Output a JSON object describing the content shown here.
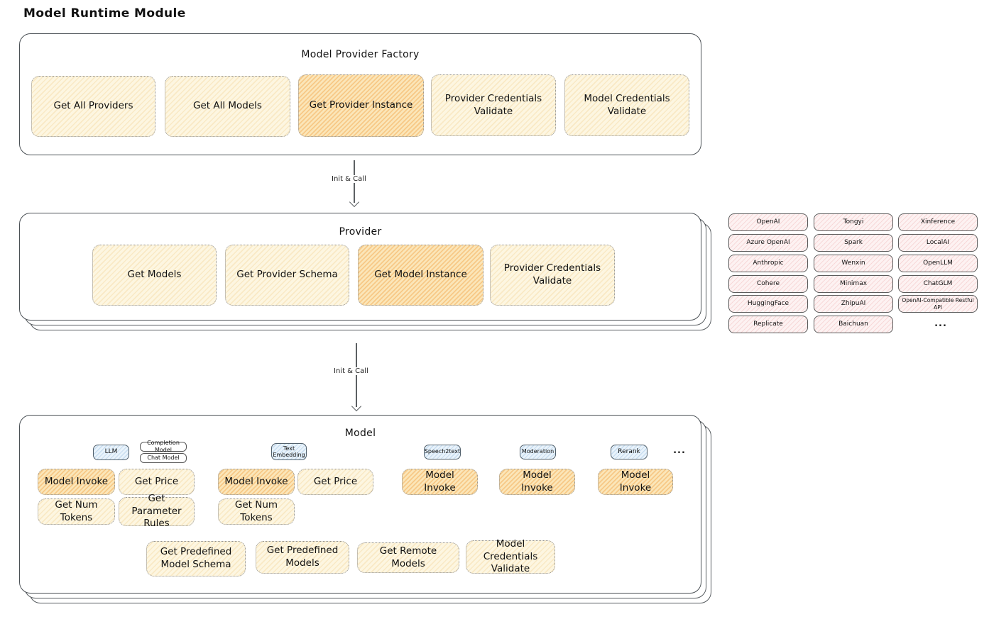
{
  "diagram": {
    "title": "Model Runtime Module"
  },
  "arrows": {
    "first": "Init & Call",
    "second": "Init & Call"
  },
  "factory": {
    "title": "Model Provider Factory",
    "buttons": [
      {
        "label": "Get All Providers"
      },
      {
        "label": "Get All Models"
      },
      {
        "label": "Get Provider Instance"
      },
      {
        "label": "Provider Credentials Validate"
      },
      {
        "label": "Model Credentials Validate"
      }
    ]
  },
  "provider": {
    "title": "Provider",
    "buttons": [
      {
        "label": "Get Models"
      },
      {
        "label": "Get Provider Schema"
      },
      {
        "label": "Get Model Instance"
      },
      {
        "label": "Provider Credentials Validate"
      }
    ]
  },
  "providers_list": {
    "items": [
      "OpenAI",
      "Tongyi",
      "Xinference",
      "Azure OpenAI",
      "Spark",
      "LocalAI",
      "Anthropic",
      "Wenxin",
      "OpenLLM",
      "Cohere",
      "Minimax",
      "ChatGLM",
      "HuggingFace",
      "ZhipuAI",
      "OpenAI-Compatible Restful API",
      "Replicate",
      "Baichuan"
    ],
    "more": "..."
  },
  "model": {
    "title": "Model",
    "tabs": {
      "llm": "LLM",
      "completion_model": "Completion Model",
      "chat_model": "Chat Model",
      "text_embedding": "Text Embedding",
      "speech2text": "Speech2text",
      "moderation": "Moderation",
      "rerank": "Rerank",
      "more": "..."
    },
    "llm": {
      "invoke": "Model Invoke",
      "get_price": "Get Price",
      "get_num_tokens": "Get Num Tokens",
      "get_parameter_rules": "Get Parameter Rules"
    },
    "text_embedding": {
      "invoke": "Model Invoke",
      "get_price": "Get Price",
      "get_num_tokens": "Get Num Tokens"
    },
    "speech2text": {
      "invoke": "Model Invoke"
    },
    "moderation": {
      "invoke": "Model Invoke"
    },
    "rerank": {
      "invoke": "Model Invoke"
    },
    "shared": [
      "Get Predefined Model Schema",
      "Get Predefined Models",
      "Get Remote Models",
      "Model Credentials Validate"
    ]
  },
  "colors": {
    "node_yellow": "#fdf6e1",
    "node_yellow_active": "#fbe9c4",
    "node_pink": "#fdf2f2",
    "node_blue": "#e9f3fb",
    "frame_border": "#4a5055"
  }
}
